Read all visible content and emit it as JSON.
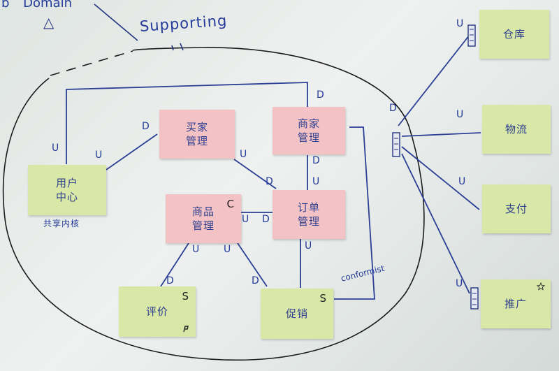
{
  "board": {
    "top_left": {
      "prefix": "b",
      "title": "Domain",
      "symbol": "△"
    },
    "supporting_label": "Supporting",
    "core_notes": [
      {
        "id": "mai_jia",
        "line1": "买家",
        "line2": "管理"
      },
      {
        "id": "shang_jia",
        "line1": "商家",
        "line2": "管理"
      },
      {
        "id": "shang_pin",
        "line1": "商品",
        "line2": "管理",
        "tag": "C"
      },
      {
        "id": "ding_dan",
        "line1": "订单",
        "line2": "管理"
      }
    ],
    "green_notes": [
      {
        "id": "yong_hu",
        "line1": "用户",
        "line2": "中心"
      },
      {
        "id": "ping_jia",
        "line1": "评价",
        "tag": "S"
      },
      {
        "id": "cu_xiao",
        "line1": "促销",
        "tag": "S"
      }
    ],
    "external_notes": [
      {
        "id": "cang_ku",
        "label": "仓库"
      },
      {
        "id": "wu_liu",
        "label": "物流"
      },
      {
        "id": "zhi_fu",
        "label": "支付"
      },
      {
        "id": "tui_guang",
        "label": "推广"
      }
    ],
    "shared_kernel_label": "共享内核",
    "conformist_label": "conformist",
    "edge_labels": {
      "u": "U",
      "d": "D"
    }
  }
}
